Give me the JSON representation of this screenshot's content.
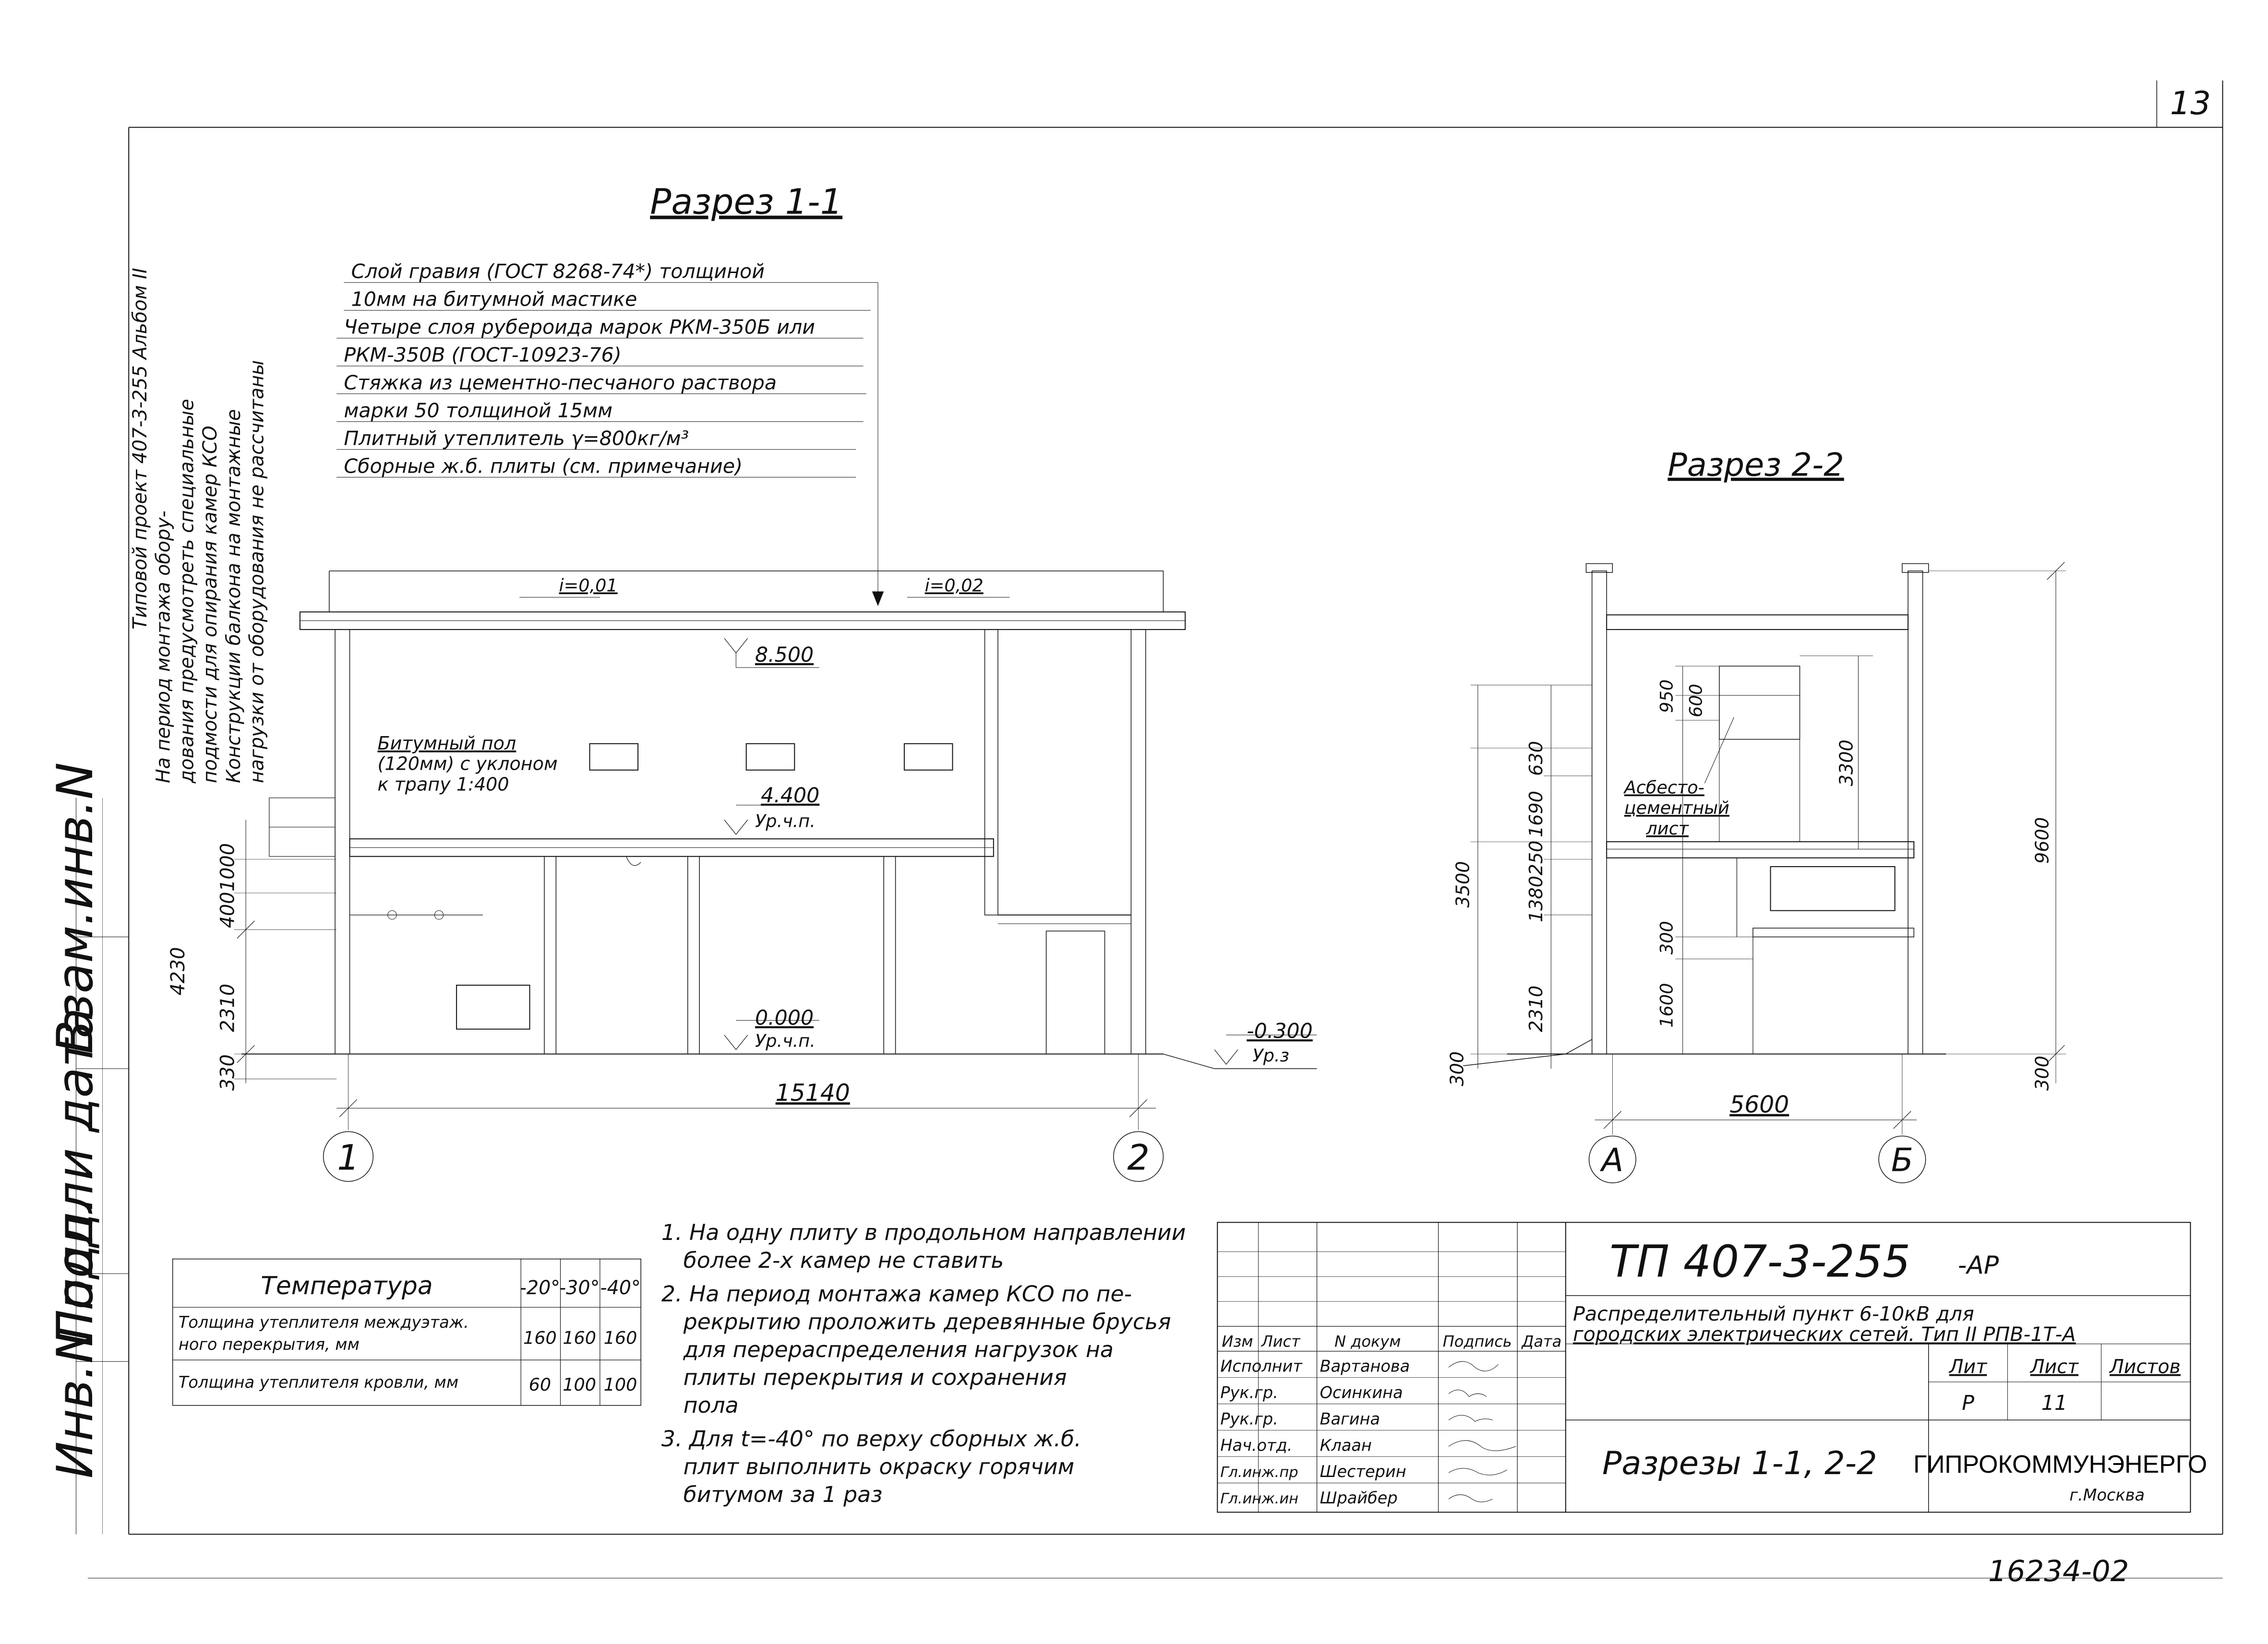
{
  "sheet_number": "13",
  "archive_number": "16234-02",
  "section_1": {
    "title": "Разрез 1-1",
    "layers": [
      "Слой гравия (ГОСТ 8268-74*) толщиной",
      "10мм на битумной мастике",
      "Четыре слоя рубероида марок РКМ-350Б или",
      "РКМ-350В (ГОСТ-10923-76)",
      "Стяжка из цементно-песчаного раствора",
      "марки 50 толщиной 15мм",
      "Плитный утеплитель γ=800кг/м³",
      "Сборные ж.б. плиты (см. примечание)"
    ],
    "slope_left": "i=0,01",
    "slope_right": "i=0,02",
    "floor_note": [
      "Битумный пол",
      "(120мм) с уклоном",
      "к трапу 1:400"
    ],
    "levels": {
      "top": "8.500",
      "mid": "4.400",
      "mid_sub": "Ур.ч.п.",
      "zero": "0.000",
      "zero_sub": "Ур.ч.п.",
      "ground": "-0.300",
      "ground_sub": "Ур.з"
    },
    "dims_vertical": [
      "4230",
      "2310",
      "400",
      "1000",
      "330"
    ],
    "dim_total": "15140",
    "axes": [
      "1",
      "2"
    ]
  },
  "side_notes": [
    "Типовой проект 407-3-255 Альбом II",
    "На период монтажа обору-",
    "дования предусмотреть специальные",
    "подмости для опирания камер КСО",
    "Конструкции балкона на монтажные",
    "нагрузки от оборудования не рассчитаны"
  ],
  "section_2": {
    "title": "Разрез 2-2",
    "material_label": [
      "Асбесто-",
      "цементный",
      "лист"
    ],
    "dims_left": [
      "3500",
      "630",
      "1690",
      "250",
      "1380",
      "2310",
      "300"
    ],
    "dims_inner": [
      "950",
      "600",
      "300",
      "1600"
    ],
    "dims_right": [
      "3300",
      "9600",
      "300"
    ],
    "dim_total": "5600",
    "axes": [
      "А",
      "Б"
    ]
  },
  "temperature_table": {
    "headers": [
      "Температура",
      "-20°",
      "-30°",
      "-40°"
    ],
    "rows": [
      {
        "label": "Толщина утеплителя междуэтаж.",
        "label2": "ного перекрытия, мм",
        "values": [
          "160",
          "160",
          "160"
        ]
      },
      {
        "label": "Толщина утеплителя кровли, мм",
        "label2": "",
        "values": [
          "60",
          "100",
          "100"
        ]
      }
    ]
  },
  "notes": [
    "1. На одну плиту в продольном направлении",
    "более 2-х камер не ставить",
    "2. На период монтажа камер КСО по пе-",
    "рекрытию проложить деревянные брусья",
    "для перераспределения нагрузок на",
    "плиты перекрытия и сохранения",
    "пола",
    "3. Для t=-40° по верху сборных ж.б.",
    "плит выполнить окраску горячим",
    "битумом за 1 раз"
  ],
  "title_block": {
    "code": "ТП 407-3-255",
    "code_suffix": "-АР",
    "description_1": "Распределительный пункт 6-10кВ для",
    "description_2": "городских электрических сетей. Тип II РПВ-1Т-А",
    "sheet_title": "Разрезы 1-1, 2-2",
    "org": "ГИПРОКОММУНЭНЕРГО",
    "city": "г.Москва",
    "cols": [
      "Изм",
      "Лист",
      "N докум",
      "Подпись",
      "Дата"
    ],
    "roles": [
      [
        "Исполнит",
        "Вартанова"
      ],
      [
        "Рук.гр.",
        "Осинкина"
      ],
      [
        "Рук.гр.",
        "Вагина"
      ],
      [
        "Нач.отд.",
        "Клаан"
      ],
      [
        "Гл.инж.пр",
        "Шестерин"
      ],
      [
        "Гл.инж.ин",
        "Шрайбер"
      ]
    ],
    "lit_headers": [
      "Лит",
      "Лист",
      "Листов"
    ],
    "lit_values": [
      "Р",
      "11",
      ""
    ]
  },
  "left_stamps": [
    "Инв.N подл.",
    "Подп. и дата",
    "Взам.инв.N"
  ]
}
